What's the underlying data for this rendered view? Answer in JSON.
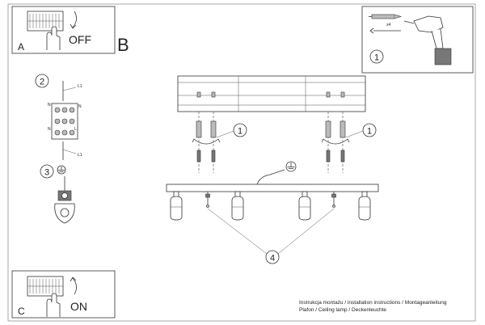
{
  "panel_a": {
    "letter": "A",
    "switch_state": "OFF"
  },
  "panel_c": {
    "letter": "C",
    "switch_state": "ON"
  },
  "main": {
    "letter": "B"
  },
  "step1_tools": {
    "number": "1",
    "screw_count": "x4"
  },
  "step2_connector": {
    "number": "2",
    "labels": {
      "l_top": "L1",
      "n_left": "N",
      "n_mid": "N",
      "l_mid": "L",
      "n_right": "N",
      "l_bottom": "L1"
    }
  },
  "step3_ground": {
    "number": "3"
  },
  "callouts": {
    "screw_left": "1",
    "screw_right": "1",
    "bulbs": "4"
  },
  "footer": {
    "line1": "Instrukcja montażu / installation instructions / Montageanleitung",
    "line2": "Plafon / Ceiling lamp / Deckenleuchte"
  }
}
